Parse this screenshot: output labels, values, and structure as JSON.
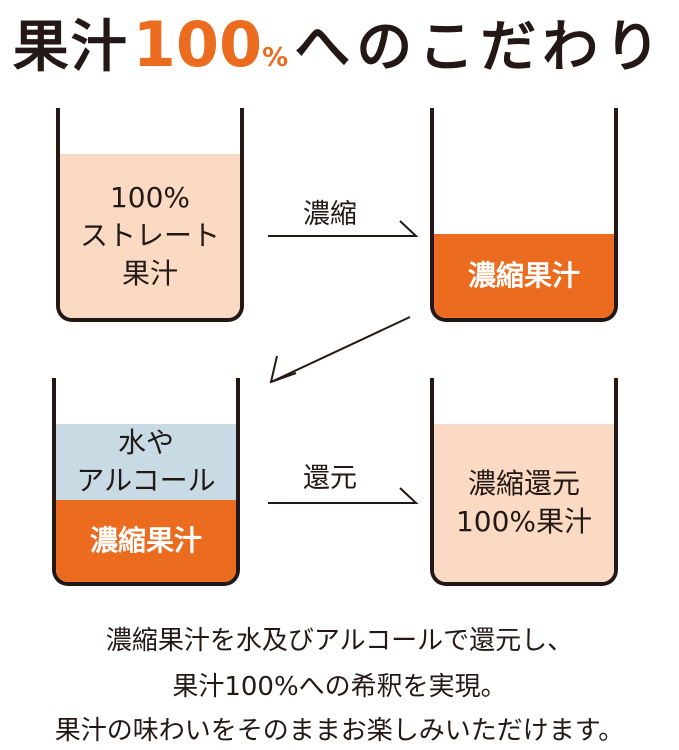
{
  "title": {
    "part1": "果汁",
    "number": "100",
    "percent": "%",
    "part2": "へのこだわり"
  },
  "colors": {
    "accent": "#ec6c1f",
    "peach": "#fadac3",
    "blue": "#c8dbe5",
    "ink": "#231815"
  },
  "beakers": {
    "straight": {
      "label_line1": "100%",
      "label_line2": "ストレート",
      "label_line3": "果汁"
    },
    "concentrate": {
      "label": "濃縮果汁"
    },
    "diluted": {
      "top_line1": "水や",
      "top_line2": "アルコール",
      "bottom": "濃縮果汁"
    },
    "reconstituted": {
      "label_line1": "濃縮還元",
      "label_line2": "100%果汁"
    }
  },
  "arrows": {
    "concentrate_label": "濃縮",
    "reconstitute_label": "還元"
  },
  "caption": [
    "濃縮果汁を水及びアルコールで還元し、",
    "果汁100%への希釈を実現。",
    "果汁の味わいをそのままお楽しみいただけます。"
  ]
}
